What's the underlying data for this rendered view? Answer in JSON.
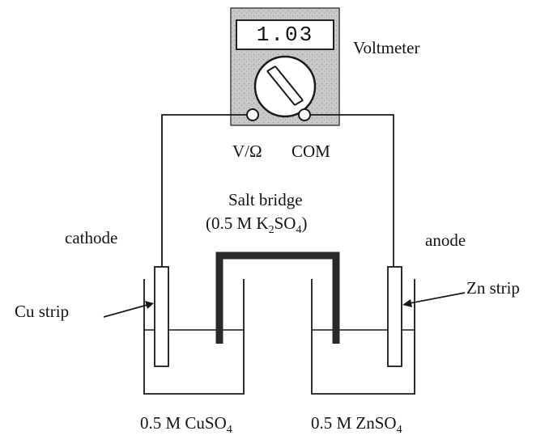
{
  "voltmeter": {
    "title": "Voltmeter",
    "reading": "1.03",
    "terminal_left": "V/Ω",
    "terminal_right": "COM"
  },
  "salt_bridge": {
    "title": "Salt bridge",
    "solution_prefix": "(0.5 M K",
    "sub1": "2",
    "solution_mid": "SO",
    "sub2": "4",
    "solution_suffix": ")"
  },
  "electrodes": {
    "cathode_label": "cathode",
    "anode_label": "anode",
    "cu_strip_label": "Cu strip",
    "zn_strip_label": "Zn strip"
  },
  "beakers": {
    "left": {
      "prefix": "0.5 M CuSO",
      "sub": "4"
    },
    "right": {
      "prefix": "0.5 M ZnSO",
      "sub": "4"
    }
  },
  "colors": {
    "ink": "#141414",
    "meter_body": "#c8c8c8",
    "bridge": "#2a2a2a"
  }
}
